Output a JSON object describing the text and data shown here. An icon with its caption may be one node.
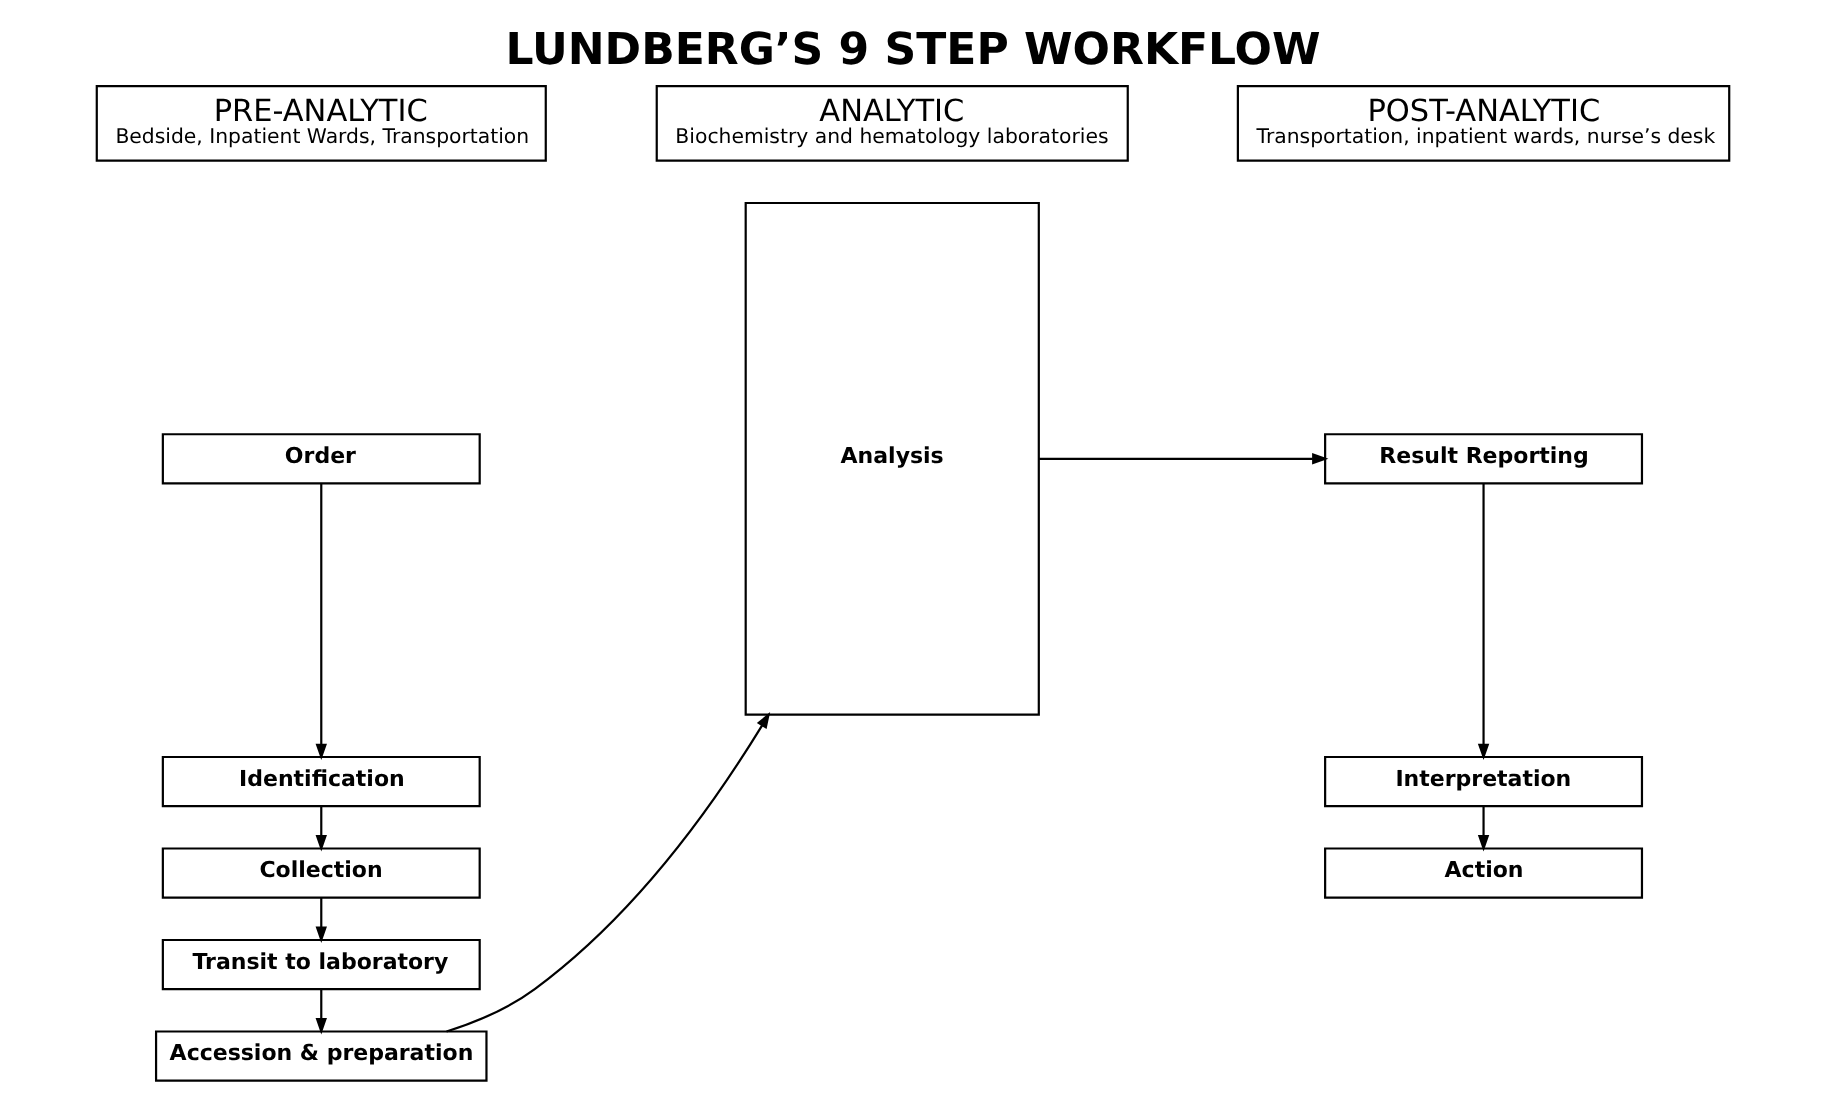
{
  "diagram": {
    "title": "LUNDBERG’S 9 STEP WORKFLOW",
    "nodes": [
      {
        "text": [
          "PRE-ANALYTIC",
          "Bedside, Inpatient Wards, Transportation"
        ]
      },
      {
        "text": [
          "ANALYTIC",
          "Biochemistry and hematology laboratories"
        ]
      },
      {
        "text": [
          "POST-ANALYTIC",
          "Transportation, inpatient wards, nurse’s desk"
        ]
      },
      {
        "text": [
          "Order"
        ]
      },
      {
        "text": [
          "Identification"
        ]
      },
      {
        "text": [
          "Collection"
        ]
      },
      {
        "text": [
          "Transit to laboratory"
        ]
      },
      {
        "text": [
          "Accession & preparation"
        ]
      },
      {
        "text": [
          "Analysis"
        ]
      },
      {
        "text": [
          "Result Reporting"
        ]
      },
      {
        "text": [
          "Interpretation"
        ]
      },
      {
        "text": [
          "Action"
        ]
      }
    ],
    "edges": [
      {
        "from": 3,
        "to": 4,
        "arrow": "to"
      },
      {
        "from": 4,
        "to": 5,
        "arrow": "to"
      },
      {
        "from": 5,
        "to": 6,
        "arrow": "to"
      },
      {
        "from": 6,
        "to": 7,
        "arrow": "to"
      },
      {
        "from": 7,
        "to": 8,
        "arrow": "to"
      },
      {
        "from": 8,
        "to": 9,
        "arrow": "to"
      },
      {
        "from": 9,
        "to": 10,
        "arrow": "to"
      },
      {
        "from": 10,
        "to": 11,
        "arrow": "to"
      }
    ]
  }
}
